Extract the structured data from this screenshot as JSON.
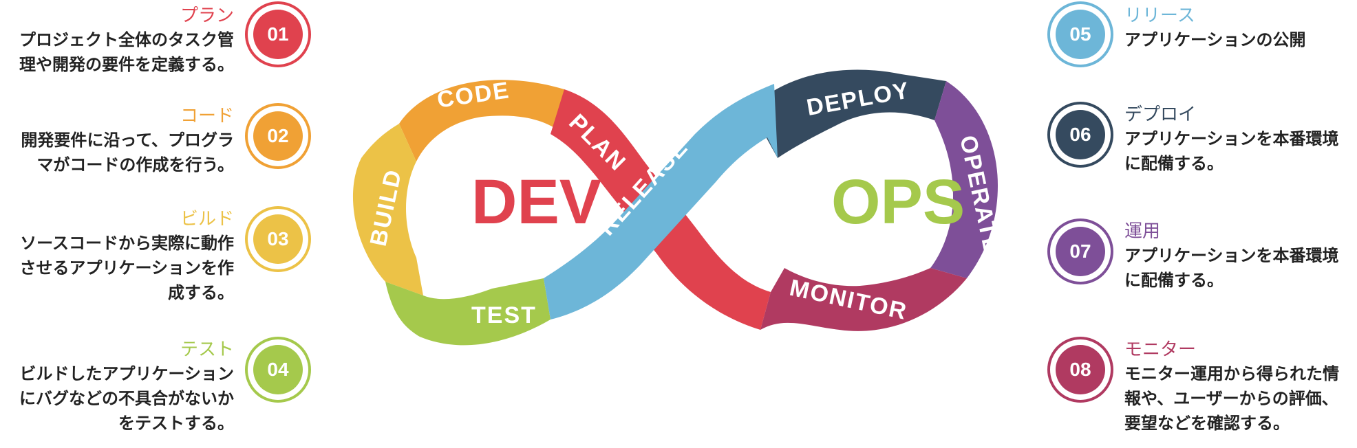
{
  "colors": {
    "plan": "#e0424e",
    "code": "#f0a135",
    "build": "#ecc247",
    "test": "#a5c94c",
    "release": "#6db6d8",
    "deploy": "#354a5f",
    "operate": "#7e4f98",
    "monitor": "#b03a61",
    "dev": "#e0424e",
    "ops": "#a5c94c"
  },
  "diagram": {
    "dev": "DEV",
    "ops": "OPS",
    "segments": {
      "plan": "PLAN",
      "code": "CODE",
      "build": "BUILD",
      "test": "TEST",
      "release": "RELEASE",
      "deploy": "DEPLOY",
      "operate": "OPERATE",
      "monitor": "MONITOR"
    }
  },
  "steps": [
    {
      "num": "01",
      "title": "プラン",
      "desc": [
        "プロジェクト全体のタスク管",
        "理や開発の要件を定義する。"
      ]
    },
    {
      "num": "02",
      "title": "コード",
      "desc": [
        "開発要件に沿って、プログラ",
        "マがコードの作成を行う。"
      ]
    },
    {
      "num": "03",
      "title": "ビルド",
      "desc": [
        "ソースコードから実際に動作",
        "させるアプリケーションを作",
        "成する。"
      ]
    },
    {
      "num": "04",
      "title": "テスト",
      "desc": [
        "ビルドしたアプリケーション",
        "にバグなどの不具合がないか",
        "をテストする。"
      ]
    },
    {
      "num": "05",
      "title": "リリース",
      "desc": [
        "アプリケーションの公開"
      ]
    },
    {
      "num": "06",
      "title": "デプロイ",
      "desc": [
        "アプリケーションを本番環境",
        "に配備する。"
      ]
    },
    {
      "num": "07",
      "title": "運用",
      "desc": [
        "アプリケーションを本番環境",
        "に配備する。"
      ]
    },
    {
      "num": "08",
      "title": "モニター",
      "desc": [
        "モニター運用から得られた情",
        "報や、ユーザーからの評価、",
        "要望などを確認する。"
      ]
    }
  ]
}
